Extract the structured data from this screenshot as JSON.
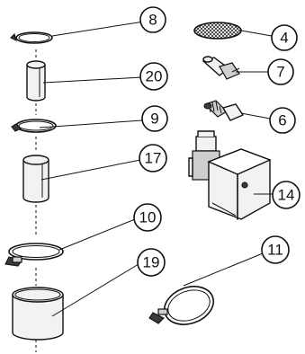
{
  "callouts": {
    "c8": "8",
    "c20": "20",
    "c9": "9",
    "c17": "17",
    "c10": "10",
    "c19": "19",
    "c4": "4",
    "c7": "7",
    "c6": "6",
    "c14": "14",
    "c11": "11"
  }
}
